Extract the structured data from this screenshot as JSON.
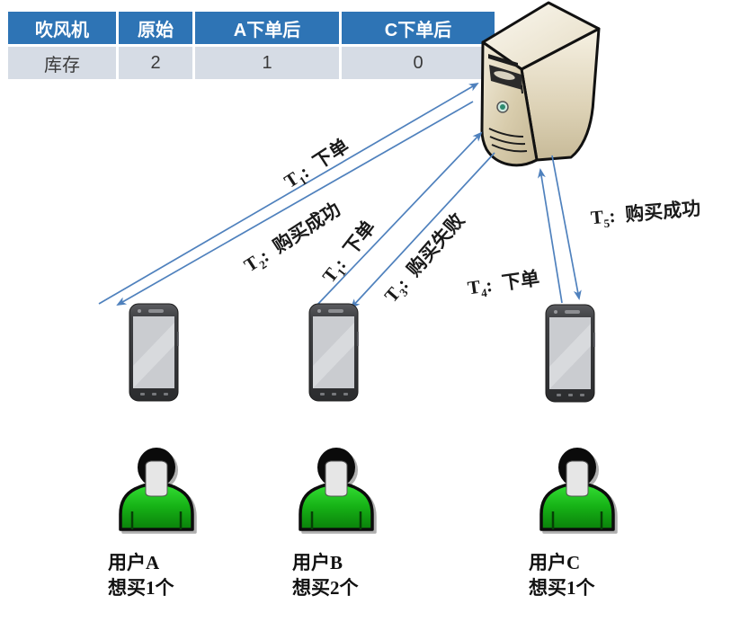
{
  "table": {
    "headers": [
      "吹风机",
      "原始",
      "A下单后",
      "C下单后"
    ],
    "rows": [
      [
        "库存",
        "2",
        "1",
        "0"
      ]
    ]
  },
  "messages": [
    {
      "t": "T",
      "sub": "1",
      "colon": ":",
      "text": "下单"
    },
    {
      "t": "T",
      "sub": "2",
      "colon": ":",
      "text": "购买成功"
    },
    {
      "t": "T",
      "sub": "1",
      "colon": ":",
      "text": "下单"
    },
    {
      "t": "T",
      "sub": "3",
      "colon": ":",
      "text": "购买失败"
    },
    {
      "t": "T",
      "sub": "4",
      "colon": ":",
      "text": "下单"
    },
    {
      "t": "T",
      "sub": "5",
      "colon": ":",
      "text": "购买成功"
    }
  ],
  "users": [
    {
      "name": "用户A",
      "want": "想买1个"
    },
    {
      "name": "用户B",
      "want": "想买2个"
    },
    {
      "name": "用户C",
      "want": "想买1个"
    }
  ],
  "icons": [
    "server-icon",
    "smartphone-icon",
    "user-icon"
  ],
  "colors": {
    "arrow_blue": "#4F81BD",
    "table_header_bg": "#2E74B5",
    "table_header_text": "#FFFFFF",
    "table_row_bg": "#D6DCE5",
    "user_shirt_green": "#17B517",
    "server_body_beige": "#D9CDAF",
    "phone_body_gray": "#3F4043"
  }
}
